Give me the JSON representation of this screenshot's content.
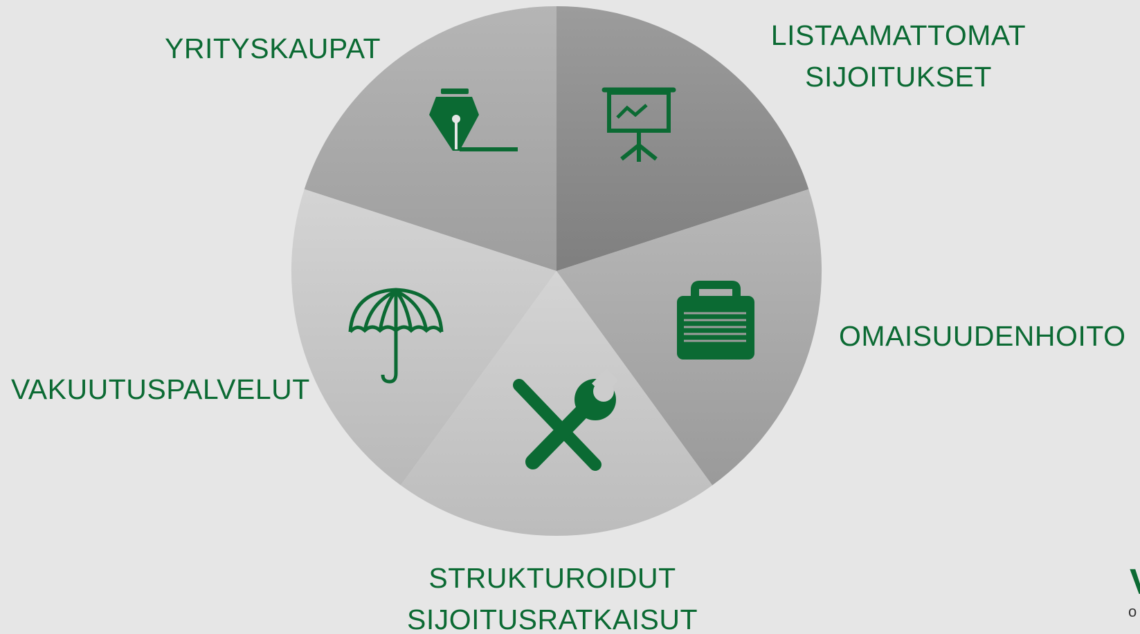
{
  "segments": [
    {
      "id": "yrityskaupat",
      "label_lines": [
        "YRITYSKAUPAT"
      ],
      "icon": "fountain-pen-signature-icon"
    },
    {
      "id": "listaamattomat",
      "label_lines": [
        "LISTAAMATTOMAT",
        "SIJOITUKSET"
      ],
      "icon": "presentation-board-chart-icon"
    },
    {
      "id": "omaisuudenhoito",
      "label_lines": [
        "OMAISUUDENHOITO"
      ],
      "icon": "briefcase-icon"
    },
    {
      "id": "strukturoidut",
      "label_lines": [
        "STRUKTUROIDUT",
        "SIJOITUSRATKAISUT"
      ],
      "icon": "tools-wrench-screwdriver-icon"
    },
    {
      "id": "vakuutuspalvelut",
      "label_lines": [
        "VAKUUTUSPALVELUT"
      ],
      "icon": "umbrella-icon"
    }
  ],
  "logo": {
    "mark": "V",
    "sub": "o"
  },
  "colors": {
    "text": "#0b6a33",
    "icon": "#0b6a33",
    "background": "#e6e6e6"
  }
}
